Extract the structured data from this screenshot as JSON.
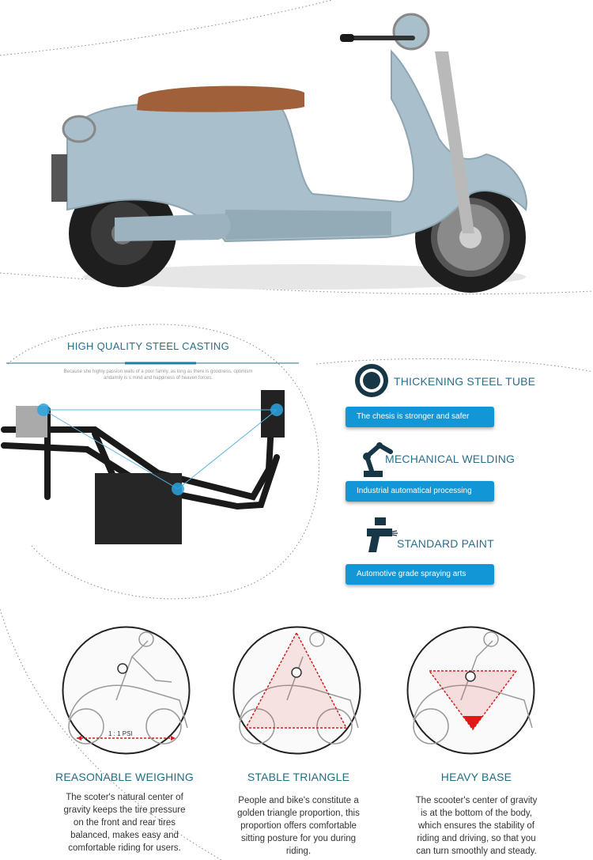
{
  "casting": {
    "title": "HIGH QUALITY STEEL CASTING",
    "subtitle_line1": "Because she highly passion walls of a poor family, as long as there is goodness, optimism",
    "subtitle_line2": "andamily is s mind and happiness of heaven forces."
  },
  "features": [
    {
      "icon": "steel-tube-icon",
      "title": "THICKENING STEEL TUBE",
      "pill": "The chesis is stronger and safer"
    },
    {
      "icon": "robot-arm-icon",
      "title": "MECHANICAL WELDING",
      "pill": "Industrial automatical processing"
    },
    {
      "icon": "spray-gun-icon",
      "title": "STANDARD PAINT",
      "pill": "Automotive grade spraying arts"
    }
  ],
  "diagram_label": "1 : 1 PSI",
  "columns": [
    {
      "title": "REASONABLE WEIGHING",
      "lines": [
        "The scoter's natural center of",
        "gravity keeps the tire pressure",
        "on the front and rear tires",
        "balanced, makes easy and",
        "comfortable riding for users."
      ]
    },
    {
      "title": "STABLE TRIANGLE",
      "lines": [
        "People and bike's constitute a",
        "golden triangle proportion, this",
        "proportion offers comfortable",
        "sitting posture for you during",
        "riding."
      ]
    },
    {
      "title": "HEAVY BASE",
      "lines": [
        "The scooter's center of gravity",
        "is at the bottom of the body,",
        "which ensures the stability of",
        "riding and driving, so that you",
        "can turn smoothly and steady."
      ]
    }
  ],
  "colors": {
    "accent": "#1296d6",
    "title": "#2a6f8c",
    "scooter": "#a9bfcb",
    "seat": "#a0603a"
  }
}
